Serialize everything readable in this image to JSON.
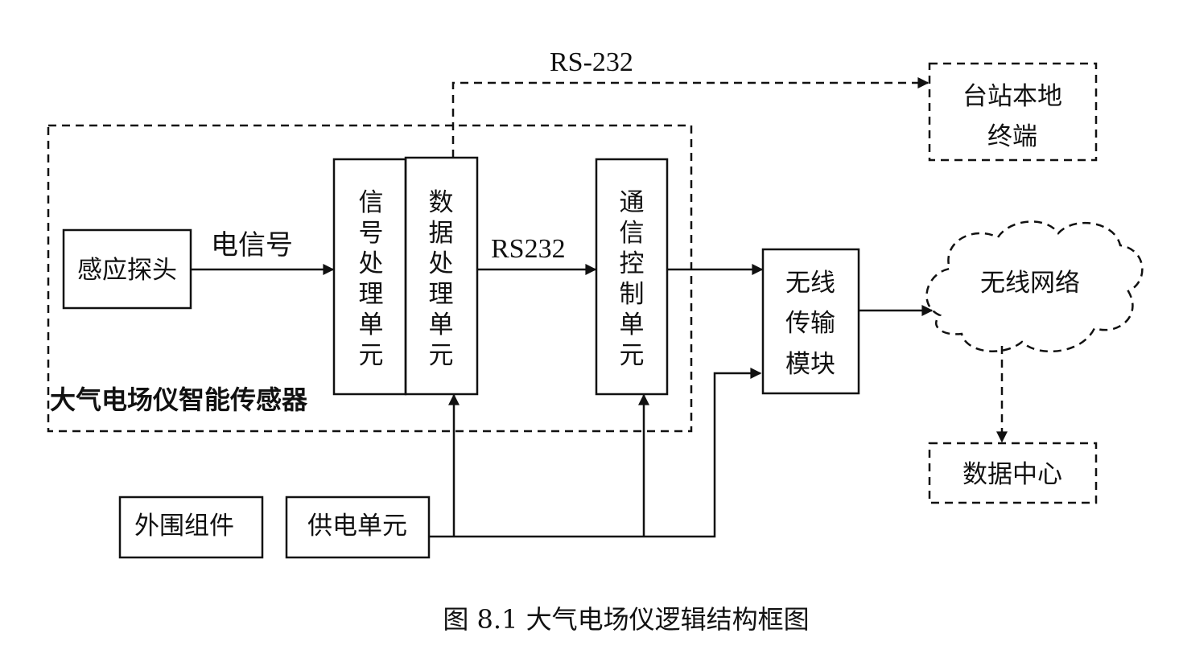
{
  "sensor_group": {
    "title": "大气电场仪智能传感器"
  },
  "blocks": {
    "probe": "感应探头",
    "signal_unit": "信号处理单元",
    "data_unit": "数据处理单元",
    "comm_unit": "通信控制单元",
    "wireless_module": "无线传输模块",
    "local_terminal": "台站本地终端",
    "wireless_network": "无线网络",
    "data_center": "数据中心",
    "peripheral": "外围组件",
    "power": "供电单元"
  },
  "labels": {
    "electric_signal": "电信号",
    "rs232": "RS232",
    "rs232_dashed": "RS-232"
  },
  "caption": "图 8.1  大气电场仪逻辑结构框图"
}
